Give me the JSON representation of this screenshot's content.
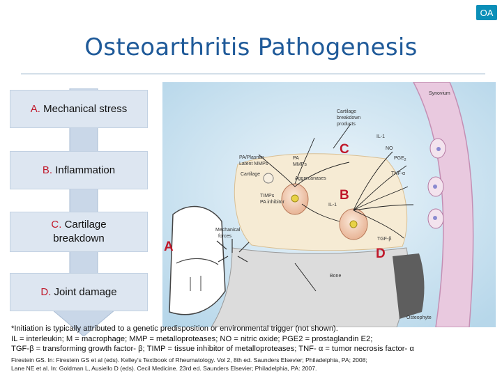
{
  "badge": "OA",
  "title": "Osteoarthritis Pathogenesis",
  "steps": [
    {
      "letter": "A.",
      "text": "Mechanical stress"
    },
    {
      "letter": "B.",
      "text": "Inflammation"
    },
    {
      "letter": "C.",
      "text": "Cartilage breakdown"
    },
    {
      "letter": "D.",
      "text": "Joint damage"
    }
  ],
  "figure": {
    "labels": {
      "synovium": "Synovium",
      "cartilage_breakdown_products": [
        "Cartilage",
        "breakdown",
        "products"
      ],
      "il1_top": "IL-1",
      "no": "NO",
      "pge2": "PGE",
      "pge2_sub": "2",
      "tnf": "TNF-α",
      "pa_plasmin": "PA/Plasmin",
      "latent_mmps": "Latent MMPs",
      "pa_mmps": [
        "PA",
        "MMPs"
      ],
      "cartilage": "Cartilage",
      "aggrecanases": "Aggrecanases",
      "timps": [
        "TIMPs",
        "PA inhibitor"
      ],
      "il1_mid": "IL-1",
      "mechanical_forces": [
        "Mechanical",
        "forces"
      ],
      "tgf": "TGF-β",
      "bone": "Bone",
      "osteophyte": "Osteophyte"
    },
    "letters": {
      "a": "A",
      "b": "B",
      "c": "C",
      "d": "D"
    }
  },
  "footnotes": [
    "*Initiation is typically attributed to a genetic predisposition or environmental trigger (not shown).",
    "IL = interleukin; M = macrophage; MMP = metalloproteases; NO = nitric oxide; PGE2 = prostaglandin E2;",
    "TGF-β = transforming growth factor- β; TIMP = tissue inhibitor of metalloproteases; TNF-  α = tumor necrosis factor- α"
  ],
  "references": [
    "Firestein GS. In: Firestein GS et al (eds). Kelley's Textbook of Rheumatology. Vol 2, 8th ed. Saunders Elsevier; Philadelphia, PA; 2008;",
    "Lane NE et al. In: Goldman L, Ausiello D (eds). Cecil Medicine. 23rd ed. Saunders Elsevier; Philadelphia, PA: 2007."
  ]
}
